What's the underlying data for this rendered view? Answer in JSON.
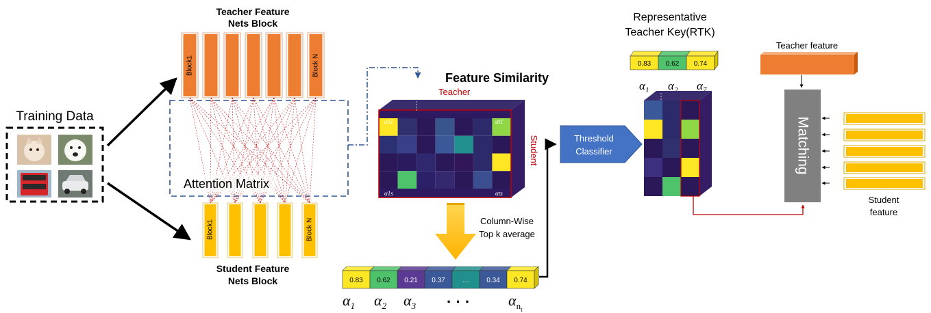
{
  "training": {
    "title": "Training Data"
  },
  "teacher_nets": {
    "title_line1": "Teacher Feature",
    "title_line2": "Nets Block",
    "first_block": "Block1",
    "last_block": "Block N",
    "color": "#ed7d31"
  },
  "student_nets": {
    "title_line1": "Student Feature",
    "title_line2": "Nets Block",
    "first_block": "Block1",
    "last_block": "Block N",
    "color": "#ffc000"
  },
  "attention": {
    "label": "Attention Matrix",
    "line_color": "#c00000",
    "box_color": "#2f5597"
  },
  "similarity": {
    "title": "Feature Similarity",
    "teacher_label": "Teacher",
    "student_label": "Student",
    "corner_top_left": "α11",
    "corner_top_right": "αt1",
    "corner_bottom_left": "α1s",
    "corner_bottom_right": "αts",
    "heatmap": [
      [
        "#fde725",
        "#31306e",
        "#2a1858",
        "#39568c",
        "#2a1858",
        "#2d2a6b",
        "#8fd744"
      ],
      [
        "#2c3173",
        "#3a3f8a",
        "#2a1858",
        "#3b5998",
        "#21908d",
        "#2d2a6b",
        "#2a1858"
      ],
      [
        "#2a1858",
        "#2a1a5e",
        "#30286e",
        "#2a1858",
        "#31165a",
        "#2d2a6b",
        "#fde725"
      ],
      [
        "#2a1858",
        "#4ec36b",
        "#2c2068",
        "#34286f",
        "#2a1858",
        "#3b4e8f",
        "#2a1858"
      ]
    ]
  },
  "topk": {
    "line1": "Column-Wise",
    "line2": "Top k average"
  },
  "alpha_vector": {
    "cells": [
      {
        "text": "0.83",
        "color": "#fde725",
        "text_color": "#000000"
      },
      {
        "text": "0.62",
        "color": "#4ec36b",
        "text_color": "#000000"
      },
      {
        "text": "0.21",
        "color": "#5b3a94",
        "text_color": "#ffffff"
      },
      {
        "text": "0.37",
        "color": "#3b5998",
        "text_color": "#ffffff"
      },
      {
        "text": "…",
        "color": "#21908d",
        "text_color": "#ffffff"
      },
      {
        "text": "0.34",
        "color": "#3b5998",
        "text_color": "#ffffff"
      },
      {
        "text": "0.74",
        "color": "#fde725",
        "text_color": "#000000"
      }
    ],
    "labels": {
      "a1": "α",
      "a1_sub": "1",
      "a2": "α",
      "a2_sub": "2",
      "a3": "α",
      "a3_sub": "3",
      "dots": "· · ·",
      "an": "α",
      "an_sub": "n",
      "an_subsub": "t"
    }
  },
  "threshold": {
    "line1": "Threshold",
    "line2": "Classifier",
    "color": "#4472c4"
  },
  "rtk": {
    "title_line1": "Representative",
    "title_line2": "Teacher Key(RTK)",
    "cells": [
      {
        "text": "0.83",
        "color": "#fde725"
      },
      {
        "text": "0.62",
        "color": "#4ec36b"
      },
      {
        "text": "0.74",
        "color": "#fde725"
      }
    ],
    "labels": [
      {
        "sym": "α",
        "sub": "1"
      },
      {
        "sym": "α",
        "sub": "2"
      },
      {
        "sym": "α",
        "sub": "7"
      }
    ],
    "heatmap": [
      [
        "#3b5998",
        "#2d2a6b",
        "#2a1858"
      ],
      [
        "#fde725",
        "#2d2a6b",
        "#8fd744"
      ],
      [
        "#2a1858",
        "#31306e",
        "#2a1858"
      ],
      [
        "#3b2f7e",
        "#2a1858",
        "#fde725"
      ],
      [
        "#2a1858",
        "#4ec36b",
        "#2a1858"
      ]
    ]
  },
  "matching": {
    "label": "Matching",
    "color": "#808080",
    "teacher_feature_label": "Teacher feature",
    "student_feature_line1": "Student",
    "student_feature_line2": "feature",
    "link_color": "#c00000"
  }
}
